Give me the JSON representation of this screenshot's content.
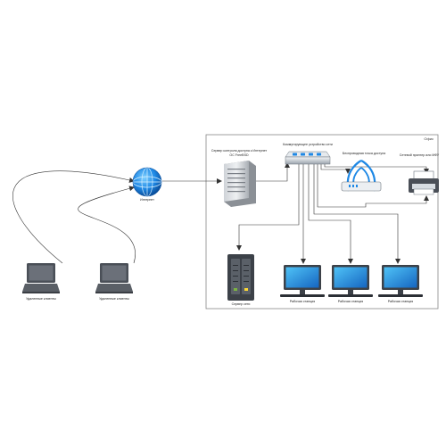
{
  "diagram": {
    "office": {
      "title": "Офис"
    },
    "nodes": {
      "internet": {
        "label": "Интернет",
        "icon": "globe-icon"
      },
      "remote_1": {
        "label": "Удаленные клиенты",
        "icon": "laptop-icon"
      },
      "remote_2": {
        "label": "Удаленные клиенты",
        "icon": "laptop-icon"
      },
      "gateway": {
        "label_line1": "Сервер контроля доступа к Интернет",
        "label_line2": "ОС FreeBSD",
        "icon": "server-tower-icon"
      },
      "switch": {
        "label": "Коммутирующее устройство сети",
        "icon": "network-switch-icon"
      },
      "wifi": {
        "label": "Беспроводная точка доступа",
        "icon": "wifi-router-icon"
      },
      "printer": {
        "label": "Сетевой принтер или МФУ",
        "icon": "printer-icon"
      },
      "nas": {
        "label": "Сервер сети",
        "icon": "storage-server-icon"
      },
      "ws_1": {
        "label": "Рабочая станция",
        "icon": "monitor-icon"
      },
      "ws_2": {
        "label": "Рабочая станция",
        "icon": "monitor-icon"
      },
      "ws_3": {
        "label": "Рабочая станция",
        "icon": "monitor-icon"
      }
    },
    "colors": {
      "accent_blue": "#1e88e5",
      "dark_gray": "#3c4148",
      "frame_border": "#888888"
    }
  }
}
